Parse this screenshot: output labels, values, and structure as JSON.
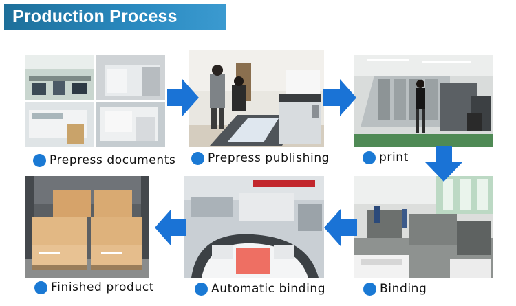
{
  "header": {
    "title": "Production Process"
  },
  "steps": [
    {
      "label": "Prepress documents"
    },
    {
      "label": "Prepress publishing"
    },
    {
      "label": "print"
    },
    {
      "label": "Binding"
    },
    {
      "label": "Automatic binding"
    },
    {
      "label": "Finished product"
    }
  ],
  "colors": {
    "banner": "#2a8ac0",
    "dot": "#1a79d4",
    "arrow": "#1a73d6"
  }
}
